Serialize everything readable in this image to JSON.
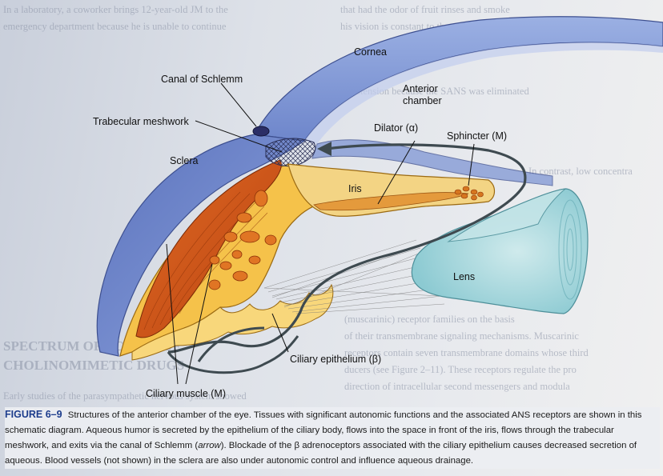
{
  "background_text": {
    "left": [
      "In a laboratory, a coworker brings 12-year-old JM to the",
      "emergency department because he is unable to continue",
      "SPECTRUM OF ACTION OF",
      "CHOLINOMIMETIC DRUGS",
      "Early studies of the parasympathetic nervous system showed"
    ],
    "right": [
      "that had the odor of fruit rinses and smoke",
      "his vision is constant to that, in his cover than",
      "hypotension because the SANS was eliminated",
      "In contrast, low concentra",
      "(muscarinic) receptor families on the basis",
      "of their transmembrane signaling mechanisms. Muscarinic",
      "receptors contain seven transmembrane domains whose third",
      "ducers (see Figure 2–11). These receptors regulate the pro",
      "direction of intracellular second messengers and modula"
    ]
  },
  "labels": {
    "cornea": "Cornea",
    "canal_of_schlemm": "Canal of Schlemm",
    "anterior_chamber_1": "Anterior",
    "anterior_chamber_2": "chamber",
    "trabecular_meshwork": "Trabecular meshwork",
    "dilator": "Dilator (α)",
    "sphincter": "Sphincter (M)",
    "sclera": "Sclera",
    "iris": "Iris",
    "lens": "Lens",
    "ciliary_epithelium": "Ciliary epithelium (β)",
    "ciliary_muscle": "Ciliary muscle (M)"
  },
  "caption": {
    "figure_label": "FIGURE 6–9",
    "text_1": "Structures of the anterior chamber of the eye. Tissues with significant autonomic functions and the associated ANS receptors are shown in this schematic diagram. Aqueous humor is secreted by the epithelium of the ciliary body, flows into the space in front of the iris, flows through the trabecular meshwork, and exits via the canal of Schlemm (",
    "arrow_word": "arrow",
    "text_2": "). Blockade of the β adrenoceptors associated with the ciliary epithelium causes decreased secretion of aqueous. Blood vessels (not shown) in the sclera are also under autonomic control and influence aqueous drainage."
  },
  "colors": {
    "cornea": "#8a9fd6",
    "sclera": "#6f86cc",
    "ciliary_muscle": "#c9531c",
    "ciliary_body": "#f5c24a",
    "iris": "#f3d484",
    "lens": "#a9d6dc",
    "caption_label": "#1c3c8c"
  }
}
